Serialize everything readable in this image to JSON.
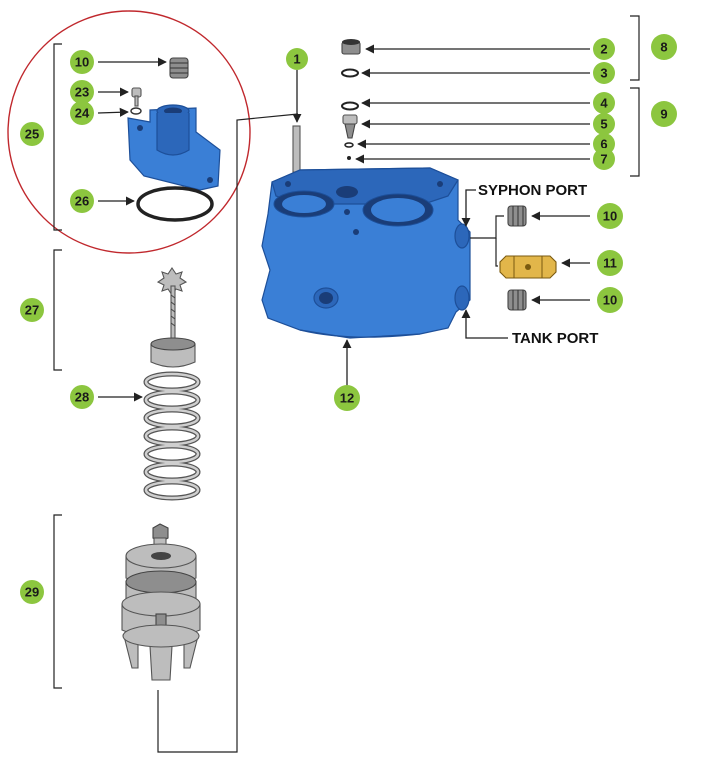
{
  "labels": {
    "syphon_port": "SYPHON PORT",
    "tank_port": "TANK PORT"
  },
  "callouts": {
    "c1": "1",
    "c2": "2",
    "c3": "3",
    "c4": "4",
    "c5": "5",
    "c6": "6",
    "c7": "7",
    "c8": "8",
    "c9": "9",
    "c10a": "10",
    "c10b": "10",
    "c10c": "10",
    "c11": "11",
    "c12": "12",
    "c23": "23",
    "c24": "24",
    "c25": "25",
    "c26": "26",
    "c27": "27",
    "c28": "28",
    "c29": "29"
  },
  "colors": {
    "callout_badge": "#8cc63f",
    "valve_body": "#3a7fd6",
    "highlight_circle": "#c0282d"
  }
}
